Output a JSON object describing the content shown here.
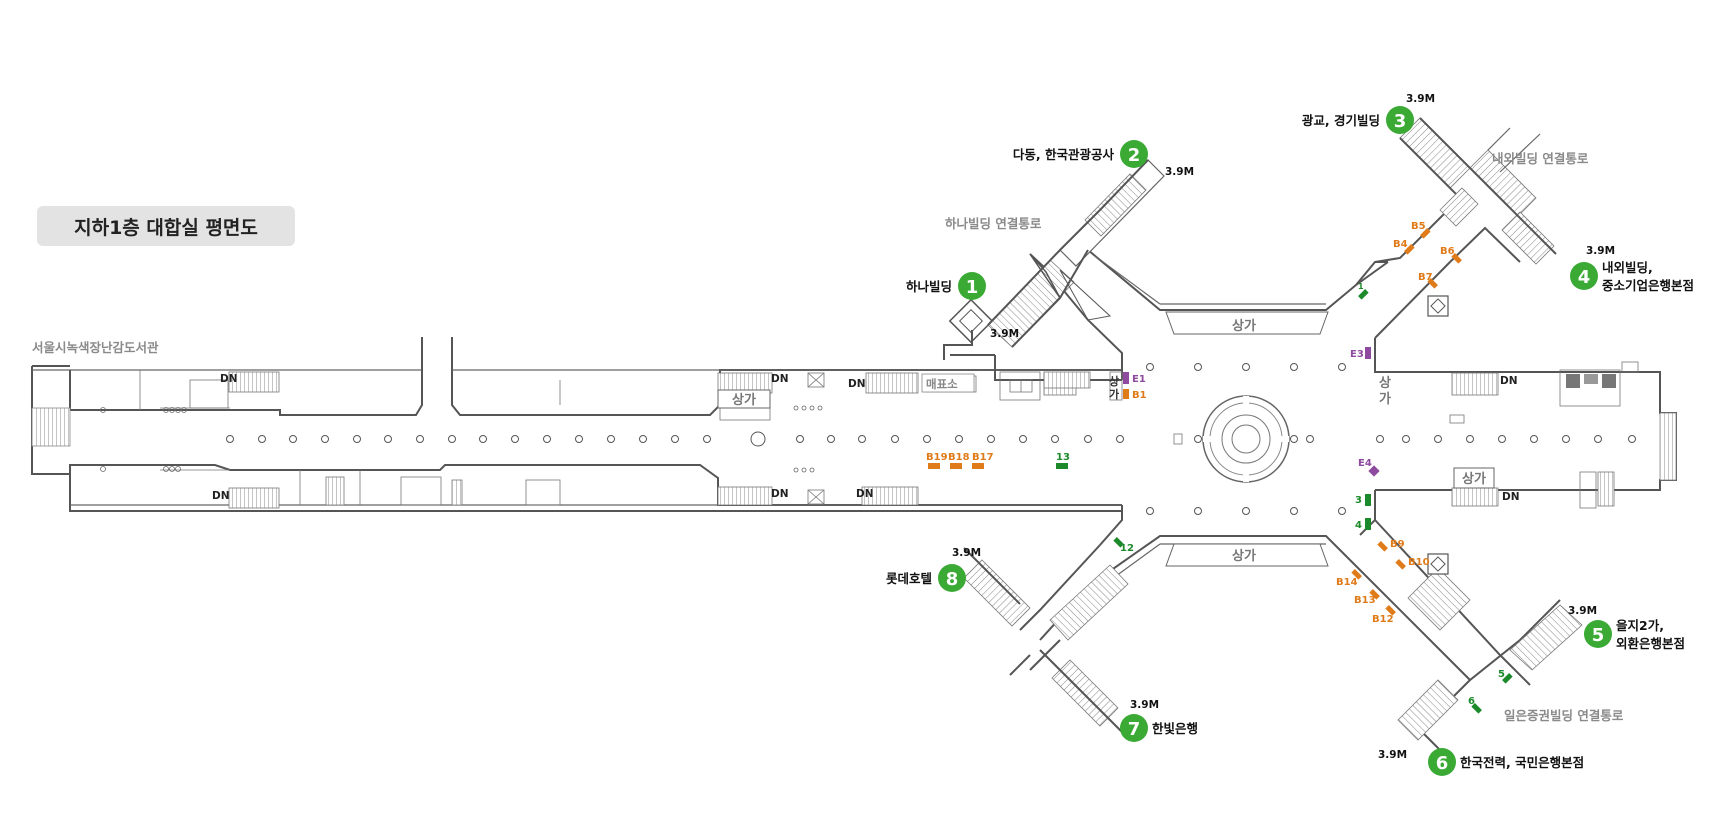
{
  "title": "지하1층 대합실 평면도",
  "left_label": "서울시녹색장난감도서관",
  "corridors": {
    "hana": "하나빌딩 연결통로",
    "naewoe": "내외빌딩 연결통로",
    "ileun": "일은증권빌딩 연결통로"
  },
  "exits": [
    {
      "num": "1",
      "label": "하나빌딩"
    },
    {
      "num": "2",
      "label": "다동, 한국관광공사"
    },
    {
      "num": "3",
      "label": "광교, 경기빌딩"
    },
    {
      "num": "4",
      "label_line1": "내외빌딩,",
      "label_line2": "중소기업은행본점"
    },
    {
      "num": "5",
      "label_line1": "을지2가,",
      "label_line2": "외환은행본점"
    },
    {
      "num": "6",
      "label": "한국전력, 국민은행본점"
    },
    {
      "num": "7",
      "label": "한빛은행"
    },
    {
      "num": "8",
      "label": "롯데호텔"
    }
  ],
  "height": "3.9M",
  "shops": {
    "top": "상가",
    "bottom": "상가",
    "center_left": "상가",
    "left_upper": "상",
    "left_lower": "가",
    "right_upper": "상",
    "right_lower": "가",
    "right_mid": "상가"
  },
  "ticket_office": "매표소",
  "down": "DN",
  "markers_orange": [
    "B1",
    "B4",
    "B5",
    "B6",
    "B7",
    "B9",
    "B10",
    "B12",
    "B13",
    "B14",
    "B17",
    "B18",
    "B19"
  ],
  "markers_purple": [
    "E1",
    "E3",
    "E4"
  ],
  "markers_green": [
    "1",
    "3",
    "4",
    "5",
    "6",
    "12",
    "13"
  ],
  "colors": {
    "exit_green": "#3aaa35",
    "orange": "#e07b1a",
    "purple": "#8e4a9e",
    "green_marker": "#1c8a2a",
    "title_bg": "#e3e3e3"
  }
}
